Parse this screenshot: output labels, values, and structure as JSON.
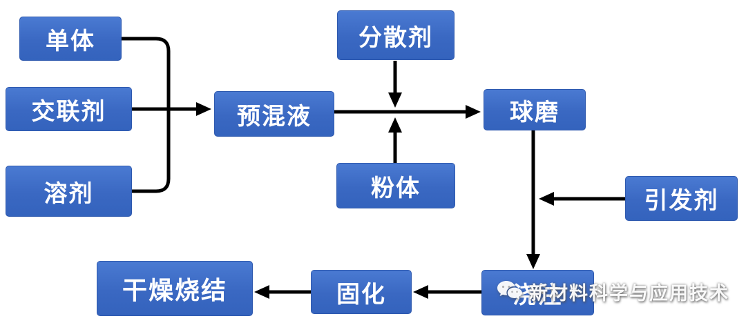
{
  "diagram": {
    "type": "flowchart",
    "nodes": {
      "monomer": {
        "label": "单体"
      },
      "crosslinker": {
        "label": "交联剂"
      },
      "solvent": {
        "label": "溶剂"
      },
      "premix": {
        "label": "预混液"
      },
      "dispersant": {
        "label": "分散剂"
      },
      "powder": {
        "label": "粉体"
      },
      "ball_mill": {
        "label": "球磨"
      },
      "initiator": {
        "label": "引发剂"
      },
      "casting": {
        "label": "浇注"
      },
      "curing": {
        "label": "固化"
      },
      "drying_sintering": {
        "label": "干燥烧结"
      }
    },
    "edges": [
      {
        "from": "monomer",
        "to": "premix"
      },
      {
        "from": "crosslinker",
        "to": "premix"
      },
      {
        "from": "solvent",
        "to": "premix"
      },
      {
        "from": "premix",
        "to": "ball_mill"
      },
      {
        "from": "dispersant",
        "to": "premix_to_ball_mill_line",
        "direction": "down"
      },
      {
        "from": "powder",
        "to": "premix_to_ball_mill_line",
        "direction": "up"
      },
      {
        "from": "ball_mill",
        "to": "casting"
      },
      {
        "from": "initiator",
        "to": "ball_mill_to_casting_line",
        "direction": "left"
      },
      {
        "from": "casting",
        "to": "curing"
      },
      {
        "from": "curing",
        "to": "drying_sintering"
      }
    ]
  },
  "watermark": {
    "text": "新材料科学与应用技术",
    "icon": "wechat-icon"
  },
  "colors": {
    "box_fill": "#3a68c2",
    "box_border": "#2e59ae",
    "box_text": "#ffffff",
    "arrow": "#000000",
    "background": "#ffffff"
  }
}
